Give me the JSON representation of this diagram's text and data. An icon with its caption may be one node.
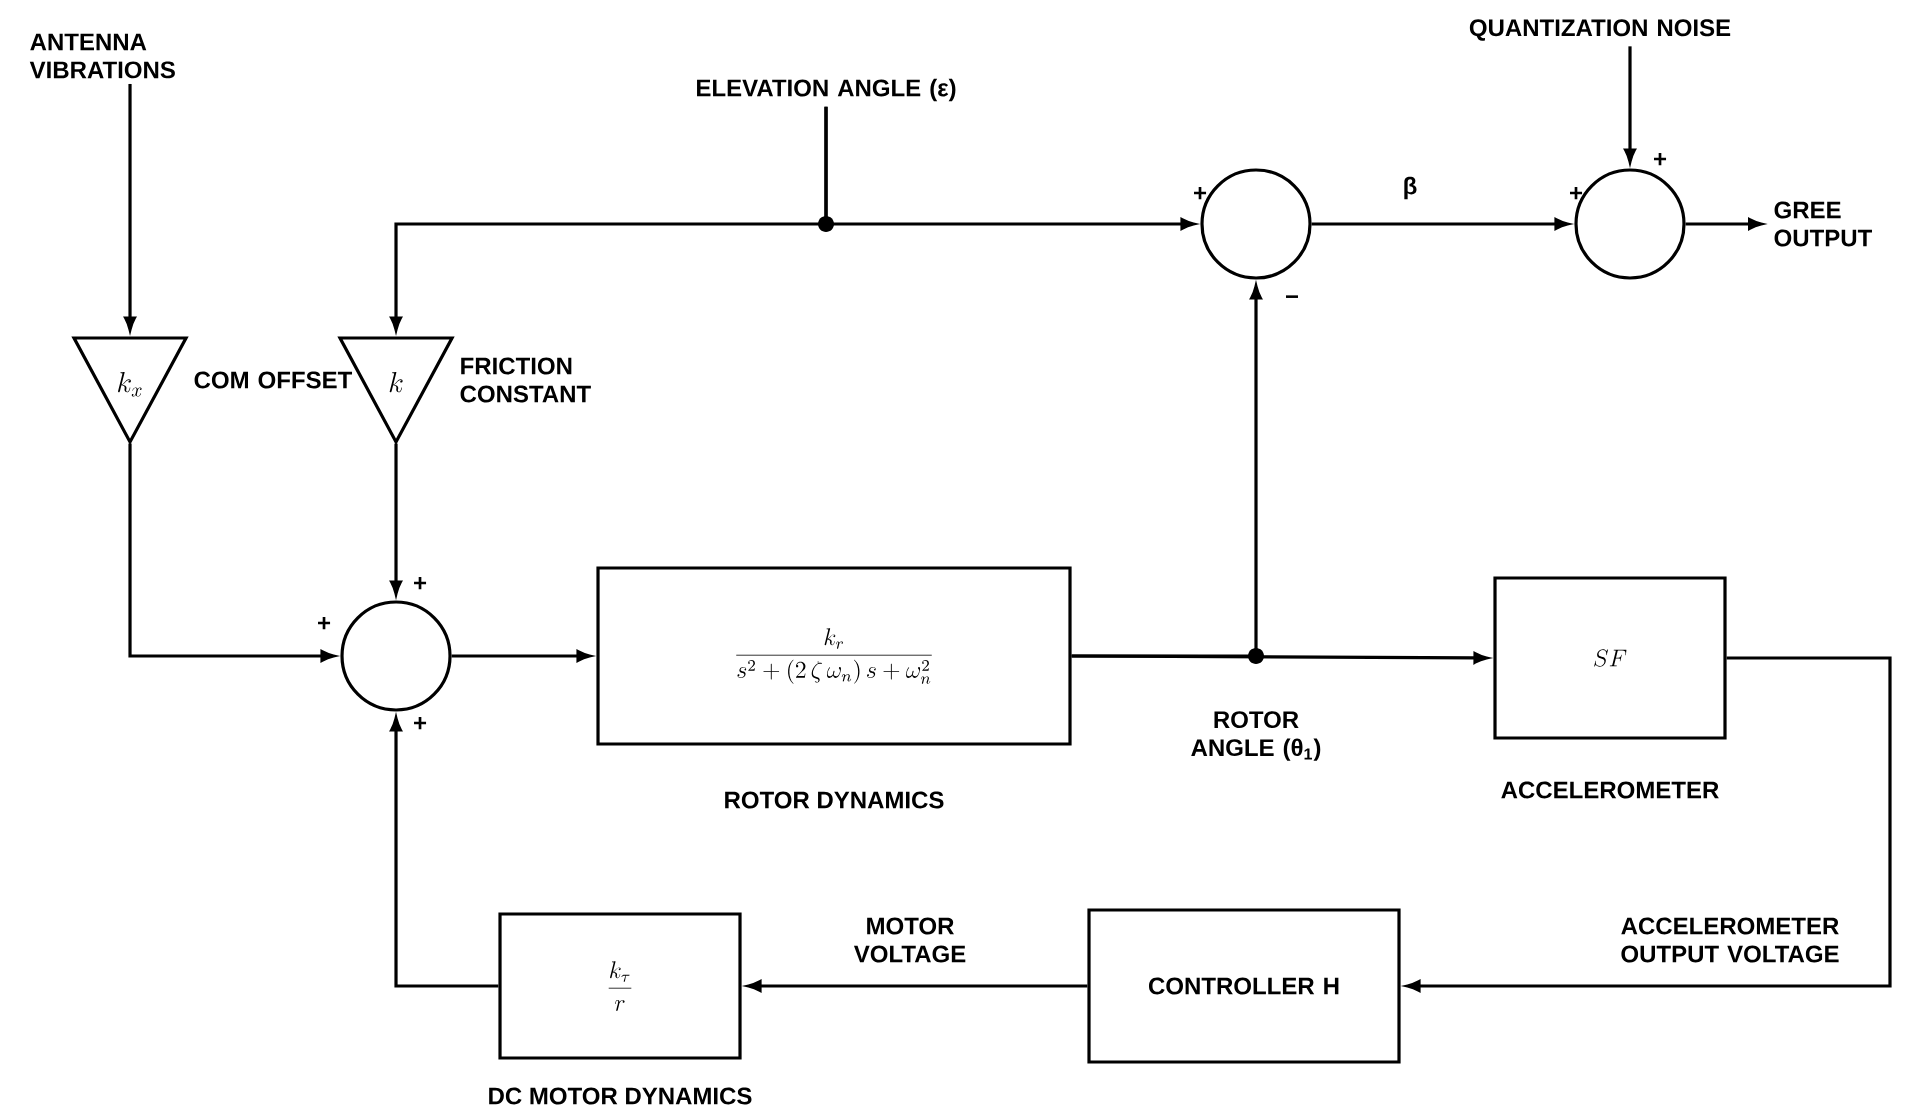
{
  "diagram": {
    "nodes": [
      {
        "text": [
          "ANTENNA VIBRATIONS"
        ]
      },
      {
        "text": [
          "ELEVATION ANGLE (ε)"
        ]
      },
      {
        "text": [
          "QUANTIZATION NOISE"
        ]
      },
      {
        "text": [
          "k_x"
        ],
        "beside": [
          "COM OFFSET"
        ]
      },
      {
        "text": [
          "k"
        ],
        "beside": [
          "FRICTION CONSTANT"
        ]
      },
      {
        "text": [],
        "shape": "circle"
      },
      {
        "text": [
          "\\frac{k_r}{s^2+(2\\,\\zeta\\,\\omega_n)\\,s+\\omega_n^2}"
        ],
        "beside": [
          "ROTOR DYNAMICS"
        ]
      },
      {
        "text": [],
        "shape": "circle"
      },
      {
        "text": [],
        "shape": "circle"
      },
      {
        "text": [
          "GREE OUTPUT"
        ]
      },
      {
        "text": [
          "SF"
        ],
        "beside": [
          "ACCELEROMETER"
        ]
      },
      {
        "text": [
          "CONTROLLER H"
        ]
      },
      {
        "text": [
          "\\frac{k_\\tau}{r}"
        ],
        "beside": [
          "DC MOTOR DYNAMICS"
        ]
      }
    ],
    "edges": [
      {
        "from": 0,
        "to": 3,
        "arrow": "to"
      },
      {
        "from": 1,
        "to": 4,
        "arrow": "to"
      },
      {
        "from": 1,
        "to": 7,
        "arrow": "to"
      },
      {
        "from": 2,
        "to": 8,
        "arrow": "to"
      },
      {
        "from": 3,
        "to": 5,
        "arrow": "to"
      },
      {
        "from": 4,
        "to": 5,
        "arrow": "to"
      },
      {
        "from": 5,
        "to": 6,
        "arrow": "to"
      },
      {
        "from": 6,
        "to": 7,
        "arrow": "to"
      },
      {
        "from": 6,
        "to": 10,
        "arrow": "to",
        "label": "ROTOR ANGLE (θ$_{1}$)"
      },
      {
        "from": 7,
        "to": 8,
        "arrow": "to",
        "label": "β"
      },
      {
        "from": 8,
        "to": 9,
        "arrow": "to"
      },
      {
        "from": 10,
        "to": 11,
        "arrow": "to",
        "label": "ACCELEROMETER OUTPUT VOLTAGE"
      },
      {
        "from": 11,
        "to": 12,
        "arrow": "to",
        "label": "MOTOR VOLTAGE"
      },
      {
        "from": 12,
        "to": 5,
        "arrow": "to"
      }
    ],
    "labels": [
      "+",
      "+",
      "+",
      "−",
      "+",
      "+",
      "+"
    ]
  }
}
